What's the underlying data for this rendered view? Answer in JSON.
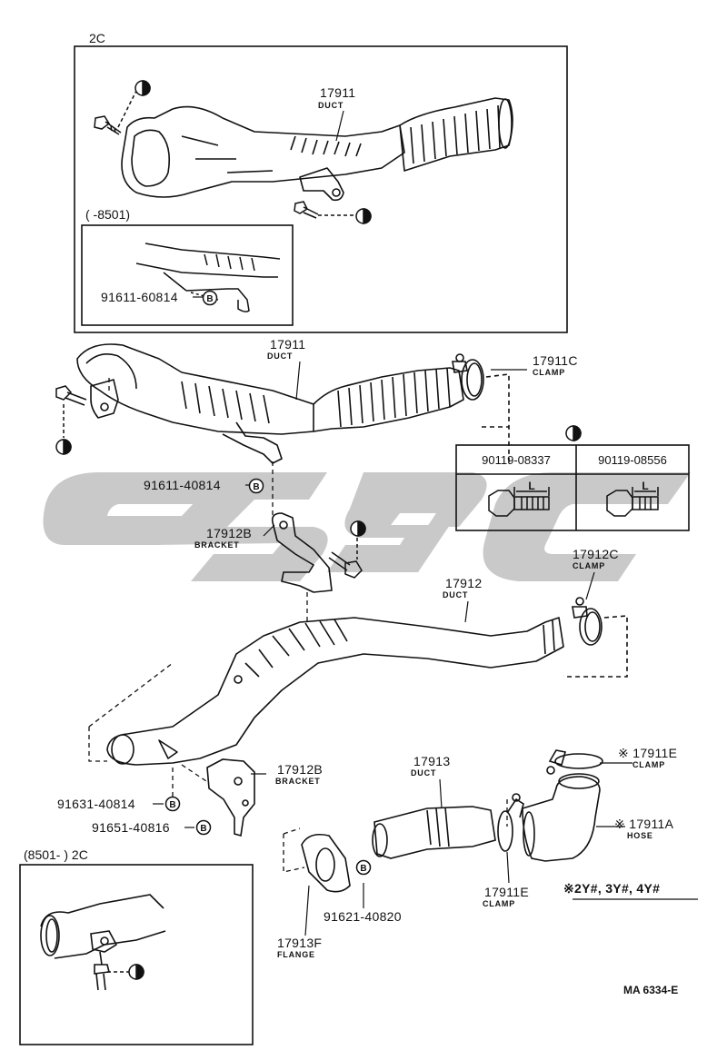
{
  "boxes": {
    "top_group": "2C",
    "top_inset_range": "(         -8501)",
    "bottom_group": "(8501-         ) 2C"
  },
  "parts": {
    "p17911_top": {
      "number": "17911",
      "name": "DUCT"
    },
    "p91611_60814": {
      "number": "91611-60814"
    },
    "p17911_mid": {
      "number": "17911",
      "name": "DUCT"
    },
    "p17911C": {
      "number": "17911C",
      "name": "CLAMP"
    },
    "p91611_40814": {
      "number": "91611-40814"
    },
    "p17912B_top": {
      "number": "17912B",
      "name": "BRACKET"
    },
    "p17912C": {
      "number": "17912C",
      "name": "CLAMP"
    },
    "p17912": {
      "number": "17912",
      "name": "DUCT"
    },
    "p17912B_bot": {
      "number": "17912B",
      "name": "BRACKET"
    },
    "p91631_40814": {
      "number": "91631-40814"
    },
    "p91651_40816": {
      "number": "91651-40816"
    },
    "p17913": {
      "number": "17913",
      "name": "DUCT"
    },
    "p17911E_top": {
      "number": "17911E",
      "name": "CLAMP",
      "mark": "※"
    },
    "p17911A": {
      "number": "17911A",
      "name": "HOSE",
      "mark": "※"
    },
    "p17911E_bot": {
      "number": "17911E",
      "name": "CLAMP"
    },
    "p91621_40820": {
      "number": "91621-40820"
    },
    "p17913F": {
      "number": "17913F",
      "name": "FLANGE"
    }
  },
  "bolt_table": {
    "col1": "90119-08337",
    "col2": "90119-08556",
    "length_symbol": "L"
  },
  "marker_letter": "B",
  "note": "※2Y#, 3Y#, 4Y#",
  "diagram_code": "MA 6334-E",
  "colors": {
    "ink": "#111111",
    "watermark": "#c8c8c8"
  }
}
